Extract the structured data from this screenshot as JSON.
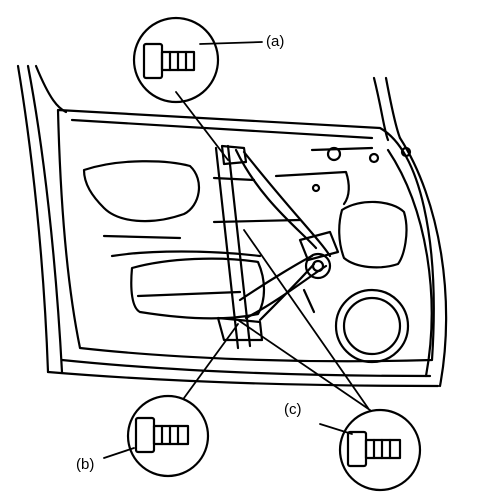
{
  "diagram": {
    "callouts": {
      "a": "(a)",
      "b": "(b)",
      "c": "(c)"
    },
    "ink_color": "#000000",
    "paper_color": "#ffffff"
  }
}
